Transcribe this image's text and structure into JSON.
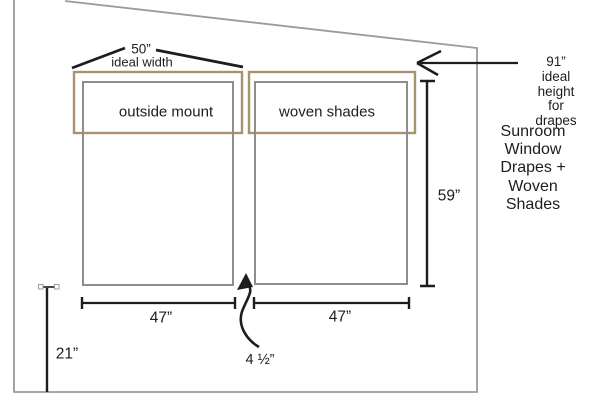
{
  "diagram": {
    "region_title": {
      "lines": [
        "Sunroom",
        "Window",
        "Drapes +",
        "Woven",
        "Shades"
      ]
    },
    "windows": {
      "left_label": "outside mount",
      "right_label": "woven shades"
    },
    "ideal_width_note": {
      "value": "50”",
      "caption": "ideal width"
    },
    "ideal_height_note": {
      "lines": [
        "91” ideal",
        "height for",
        "drapes"
      ]
    },
    "dimensions": {
      "shade_height": "59”",
      "left_width": "47”",
      "right_width": "47”",
      "sill_height": "21”",
      "gap_width": "4 ½”"
    },
    "colors": {
      "wall_outline": "#9b9b9b",
      "window_frame": "#8d8d8d",
      "mount_frame": "#a8926f",
      "ink": "#1d1d1d",
      "background": "#ffffff"
    }
  }
}
